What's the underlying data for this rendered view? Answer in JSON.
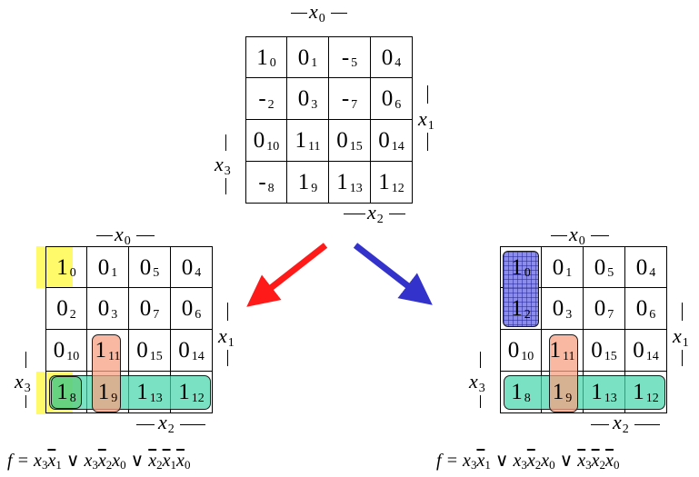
{
  "maps": {
    "top": {
      "cells": [
        [
          "1",
          "0"
        ],
        [
          "0",
          "1"
        ],
        [
          "-",
          "5"
        ],
        [
          "0",
          "4"
        ],
        [
          "-",
          "2"
        ],
        [
          "0",
          "3"
        ],
        [
          "-",
          "7"
        ],
        [
          "0",
          "6"
        ],
        [
          "0",
          "10"
        ],
        [
          "1",
          "11"
        ],
        [
          "0",
          "15"
        ],
        [
          "0",
          "14"
        ],
        [
          "-",
          "8"
        ],
        [
          "1",
          "9"
        ],
        [
          "1",
          "13"
        ],
        [
          "1",
          "12"
        ]
      ]
    },
    "left": {
      "cells": [
        [
          "1",
          "0"
        ],
        [
          "0",
          "1"
        ],
        [
          "0",
          "5"
        ],
        [
          "0",
          "4"
        ],
        [
          "0",
          "2"
        ],
        [
          "0",
          "3"
        ],
        [
          "0",
          "7"
        ],
        [
          "0",
          "6"
        ],
        [
          "0",
          "10"
        ],
        [
          "1",
          "11"
        ],
        [
          "0",
          "15"
        ],
        [
          "0",
          "14"
        ],
        [
          "1",
          "8"
        ],
        [
          "1",
          "9"
        ],
        [
          "1",
          "13"
        ],
        [
          "1",
          "12"
        ]
      ]
    },
    "right": {
      "cells": [
        [
          "1",
          "0"
        ],
        [
          "0",
          "1"
        ],
        [
          "0",
          "5"
        ],
        [
          "0",
          "4"
        ],
        [
          "1",
          "2"
        ],
        [
          "0",
          "3"
        ],
        [
          "0",
          "7"
        ],
        [
          "0",
          "6"
        ],
        [
          "0",
          "10"
        ],
        [
          "1",
          "11"
        ],
        [
          "0",
          "15"
        ],
        [
          "0",
          "14"
        ],
        [
          "1",
          "8"
        ],
        [
          "1",
          "9"
        ],
        [
          "1",
          "13"
        ],
        [
          "1",
          "12"
        ]
      ]
    }
  },
  "labels": {
    "x": "x",
    "x0": "0",
    "x1": "1",
    "x2": "2",
    "x3": "3"
  },
  "formulas": {
    "left": "f = x3x̄1 ∨ x3x̄2x0 ∨ x̄2x̄1x̄0",
    "right": "f = x3x̄1 ∨ x3x̄2x0 ∨ x̄3x̄2x̄0"
  },
  "colors": {
    "teal": "#46d7aa",
    "salmon": "#f5a082",
    "blue": "#7878e6",
    "yellow": "#fffa5a",
    "arrow_red": "#ff1a1a",
    "arrow_blue": "#3333cc"
  }
}
